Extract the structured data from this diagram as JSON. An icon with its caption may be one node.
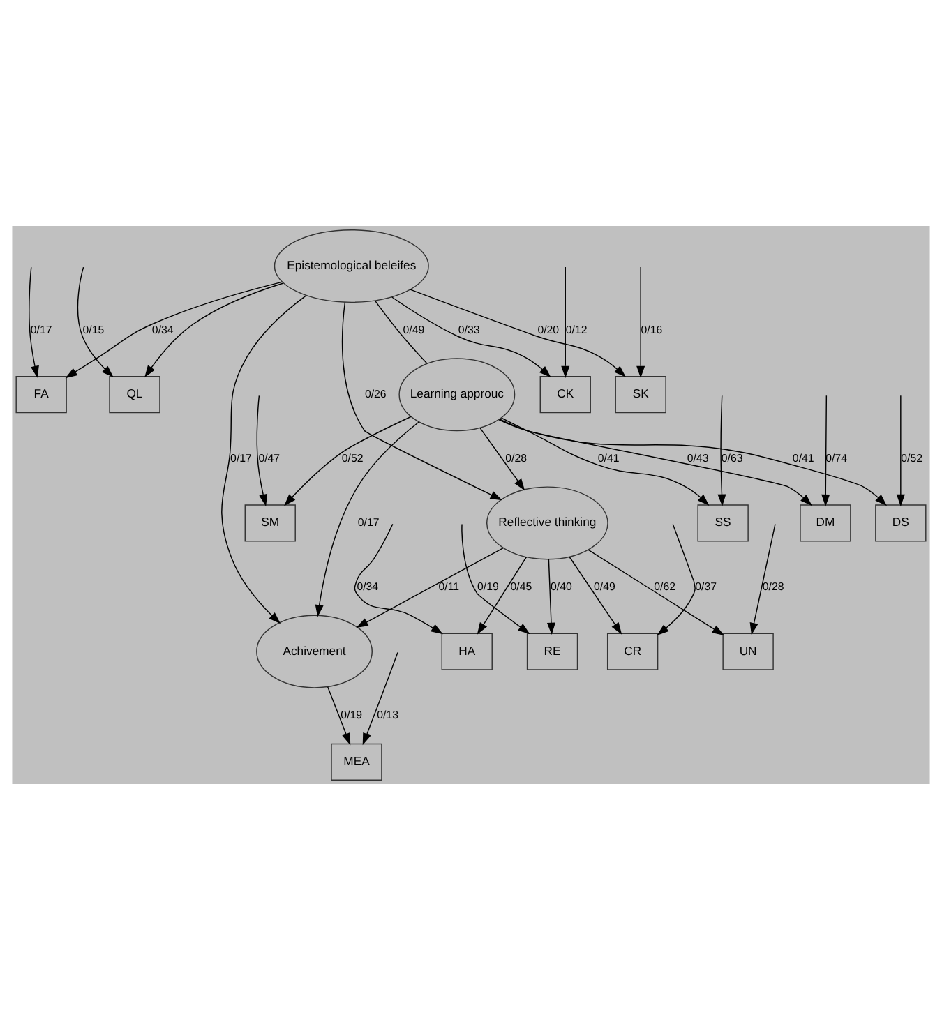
{
  "diagram": {
    "nodes": [
      {
        "text": [
          "Epistemological beleifes"
        ]
      },
      {
        "text": [
          "FA"
        ]
      },
      {
        "text": [
          "QL"
        ]
      },
      {
        "text": [
          "CK"
        ]
      },
      {
        "text": [
          "SK"
        ]
      },
      {
        "text": [
          "Achivement"
        ]
      },
      {
        "text": [
          "MEA"
        ]
      },
      {
        "text": [
          "Learning approuc"
        ]
      },
      {
        "text": [
          "Reflective thinking"
        ]
      },
      {
        "text": [
          "HA"
        ]
      },
      {
        "text": [
          "UN"
        ]
      },
      {
        "text": [
          "RE"
        ]
      },
      {
        "text": [
          "CR"
        ]
      },
      {
        "text": [
          "DM"
        ]
      },
      {
        "text": [
          "DS"
        ]
      },
      {
        "text": [
          "SM"
        ]
      },
      {
        "text": [
          "SS"
        ]
      }
    ],
    "edges": [
      {
        "from": null,
        "to": 1,
        "arrow": "to",
        "label": "0/17"
      },
      {
        "from": null,
        "to": 2,
        "arrow": "to",
        "label": "0/15"
      },
      {
        "from": null,
        "to": 3,
        "arrow": "to",
        "label": "0/12"
      },
      {
        "from": null,
        "to": 4,
        "arrow": "to",
        "label": "0/16"
      },
      {
        "from": 0,
        "to": 1,
        "arrow": "to",
        "label": "0/34"
      },
      {
        "from": 0,
        "to": 2,
        "arrow": "to"
      },
      {
        "from": 0,
        "to": 3,
        "arrow": "to",
        "label": "0/33"
      },
      {
        "from": 0,
        "to": 4,
        "arrow": "to",
        "label": "0/20"
      },
      {
        "from": 0,
        "to": 5,
        "arrow": "to",
        "label": "0/17"
      },
      {
        "from": 5,
        "to": 6,
        "arrow": "to",
        "label": "0/19"
      },
      {
        "from": null,
        "to": 6,
        "arrow": "to",
        "label": "0/13"
      },
      {
        "from": 0,
        "to": 7,
        "arrow": "none",
        "label": "0/49"
      },
      {
        "from": 0,
        "to": 8,
        "arrow": "to",
        "label": "0/26"
      },
      {
        "from": 7,
        "to": 5,
        "arrow": "to",
        "label": "0/17"
      },
      {
        "from": 8,
        "to": 5,
        "arrow": "to",
        "label": "0/11"
      },
      {
        "from": 7,
        "to": 8,
        "arrow": "to",
        "label": "0/28"
      },
      {
        "from": 8,
        "to": 9,
        "arrow": "to",
        "label": "0/45"
      },
      {
        "from": null,
        "to": 9,
        "arrow": "to",
        "label": "0/34"
      },
      {
        "from": 8,
        "to": 10,
        "arrow": "to",
        "label": "0/62"
      },
      {
        "from": null,
        "to": 10,
        "arrow": "to",
        "label": "0/28"
      },
      {
        "from": 8,
        "to": 11,
        "arrow": "to",
        "label": "0/40"
      },
      {
        "from": null,
        "to": 11,
        "arrow": "to",
        "label": "0/19"
      },
      {
        "from": 8,
        "to": 12,
        "arrow": "to",
        "label": "0/49"
      },
      {
        "from": null,
        "to": 12,
        "arrow": "to",
        "label": "0/37"
      },
      {
        "from": 7,
        "to": 13,
        "arrow": "to",
        "label": "0/43"
      },
      {
        "from": 7,
        "to": 14,
        "arrow": "to",
        "label": "0/41"
      },
      {
        "from": 7,
        "to": 15,
        "arrow": "to",
        "label": "0/52"
      },
      {
        "from": 7,
        "to": 16,
        "arrow": "to",
        "label": "0/41"
      },
      {
        "from": null,
        "to": 13,
        "arrow": "to",
        "label": "0/74"
      },
      {
        "from": null,
        "to": 14,
        "arrow": "to",
        "label": "0/52"
      },
      {
        "from": null,
        "to": 15,
        "arrow": "to",
        "label": "0/47"
      },
      {
        "from": null,
        "to": 16,
        "arrow": "to",
        "label": "0/63"
      }
    ]
  }
}
